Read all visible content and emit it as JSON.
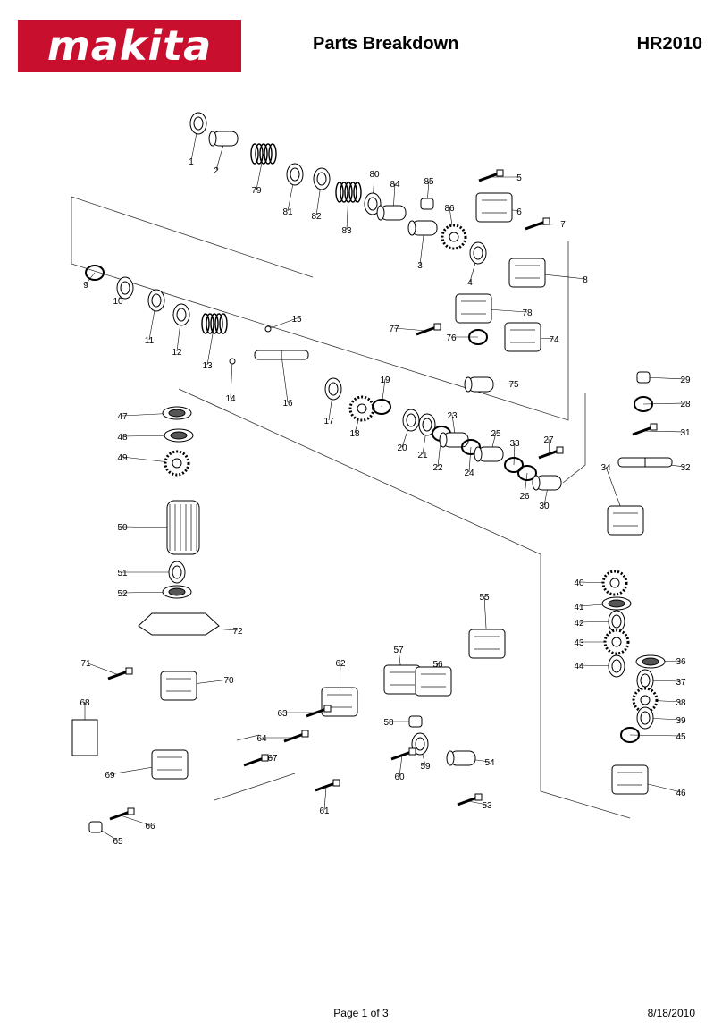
{
  "header": {
    "brand": "makita",
    "brand_color": "#c8102e",
    "registered_mark": "®",
    "title": "Parts Breakdown",
    "model": "HR2010"
  },
  "parts": [
    {
      "id": "1",
      "name": "part-1",
      "shape": "ring"
    },
    {
      "id": "2",
      "name": "part-2",
      "shape": "sleeve"
    },
    {
      "id": "79",
      "name": "part-79",
      "shape": "spring"
    },
    {
      "id": "81",
      "name": "part-81",
      "shape": "ring"
    },
    {
      "id": "82",
      "name": "part-82",
      "shape": "ring"
    },
    {
      "id": "83",
      "name": "part-83",
      "shape": "spring"
    },
    {
      "id": "80",
      "name": "part-80",
      "shape": "ring"
    },
    {
      "id": "84",
      "name": "part-84",
      "shape": "sleeve"
    },
    {
      "id": "85",
      "name": "part-85",
      "shape": "cap"
    },
    {
      "id": "86",
      "name": "part-86",
      "shape": "gear"
    },
    {
      "id": "3",
      "name": "part-3",
      "shape": "sleeve"
    },
    {
      "id": "5",
      "name": "part-5",
      "shape": "bolt"
    },
    {
      "id": "6",
      "name": "part-6",
      "shape": "block"
    },
    {
      "id": "7",
      "name": "part-7",
      "shape": "bolt"
    },
    {
      "id": "4",
      "name": "part-4",
      "shape": "ring"
    },
    {
      "id": "8",
      "name": "part-8",
      "shape": "block"
    },
    {
      "id": "9",
      "name": "part-9",
      "shape": "oring"
    },
    {
      "id": "10",
      "name": "part-10",
      "shape": "ring"
    },
    {
      "id": "11",
      "name": "part-11",
      "shape": "ring"
    },
    {
      "id": "12",
      "name": "part-12",
      "shape": "ring"
    },
    {
      "id": "13",
      "name": "part-13",
      "shape": "spring"
    },
    {
      "id": "15",
      "name": "part-15",
      "shape": "ball"
    },
    {
      "id": "14",
      "name": "part-14",
      "shape": "ball"
    },
    {
      "id": "16",
      "name": "part-16",
      "shape": "shaft"
    },
    {
      "id": "17",
      "name": "part-17",
      "shape": "ring"
    },
    {
      "id": "18",
      "name": "part-18",
      "shape": "gear"
    },
    {
      "id": "19",
      "name": "part-19",
      "shape": "oring"
    },
    {
      "id": "78",
      "name": "part-78",
      "shape": "block"
    },
    {
      "id": "77",
      "name": "part-77",
      "shape": "bolt"
    },
    {
      "id": "76",
      "name": "part-76",
      "shape": "oring"
    },
    {
      "id": "74",
      "name": "part-74",
      "shape": "block"
    },
    {
      "id": "75",
      "name": "part-75",
      "shape": "sleeve"
    },
    {
      "id": "20",
      "name": "part-20",
      "shape": "ring"
    },
    {
      "id": "21",
      "name": "part-21",
      "shape": "ring"
    },
    {
      "id": "22",
      "name": "part-22",
      "shape": "oring"
    },
    {
      "id": "23",
      "name": "part-23",
      "shape": "sleeve"
    },
    {
      "id": "24",
      "name": "part-24",
      "shape": "oring"
    },
    {
      "id": "25",
      "name": "part-25",
      "shape": "sleeve"
    },
    {
      "id": "33",
      "name": "part-33",
      "shape": "oring"
    },
    {
      "id": "26",
      "name": "part-26",
      "shape": "oring"
    },
    {
      "id": "27",
      "name": "part-27",
      "shape": "bolt"
    },
    {
      "id": "30",
      "name": "part-30",
      "shape": "sleeve"
    },
    {
      "id": "47",
      "name": "part-47",
      "shape": "bearing"
    },
    {
      "id": "48",
      "name": "part-48",
      "shape": "bearing"
    },
    {
      "id": "49",
      "name": "part-49",
      "shape": "gear"
    },
    {
      "id": "50",
      "name": "part-50",
      "shape": "armature"
    },
    {
      "id": "51",
      "name": "part-51",
      "shape": "ring"
    },
    {
      "id": "52",
      "name": "part-52",
      "shape": "bearing"
    },
    {
      "id": "72",
      "name": "part-72",
      "shape": "baffle"
    },
    {
      "id": "71",
      "name": "part-71",
      "shape": "bolt"
    },
    {
      "id": "70",
      "name": "part-70",
      "shape": "block"
    },
    {
      "id": "68",
      "name": "part-68",
      "shape": "label"
    },
    {
      "id": "69",
      "name": "part-69",
      "shape": "block"
    },
    {
      "id": "67",
      "name": "part-67",
      "shape": "bolt"
    },
    {
      "id": "66",
      "name": "part-66",
      "shape": "bolt"
    },
    {
      "id": "65",
      "name": "part-65",
      "shape": "cap"
    },
    {
      "id": "62",
      "name": "part-62",
      "shape": "block"
    },
    {
      "id": "63",
      "name": "part-63",
      "shape": "bolt"
    },
    {
      "id": "64",
      "name": "part-64",
      "shape": "bolt"
    },
    {
      "id": "61",
      "name": "part-61",
      "shape": "bolt"
    },
    {
      "id": "57",
      "name": "part-57",
      "shape": "block"
    },
    {
      "id": "56",
      "name": "part-56",
      "shape": "block"
    },
    {
      "id": "58",
      "name": "part-58",
      "shape": "cap"
    },
    {
      "id": "59",
      "name": "part-59",
      "shape": "ring"
    },
    {
      "id": "60",
      "name": "part-60",
      "shape": "bolt"
    },
    {
      "id": "55",
      "name": "part-55",
      "shape": "block"
    },
    {
      "id": "54",
      "name": "part-54",
      "shape": "sleeve"
    },
    {
      "id": "53",
      "name": "part-53",
      "shape": "bolt"
    },
    {
      "id": "29",
      "name": "part-29",
      "shape": "cap"
    },
    {
      "id": "28",
      "name": "part-28",
      "shape": "oring"
    },
    {
      "id": "31",
      "name": "part-31",
      "shape": "bolt"
    },
    {
      "id": "32",
      "name": "part-32",
      "shape": "shaft"
    },
    {
      "id": "34",
      "name": "part-34",
      "shape": "block"
    },
    {
      "id": "40",
      "name": "part-40",
      "shape": "gear"
    },
    {
      "id": "41",
      "name": "part-41",
      "shape": "bearing"
    },
    {
      "id": "42",
      "name": "part-42",
      "shape": "ring"
    },
    {
      "id": "43",
      "name": "part-43",
      "shape": "gear"
    },
    {
      "id": "36",
      "name": "part-36",
      "shape": "bearing"
    },
    {
      "id": "44",
      "name": "part-44",
      "shape": "ring"
    },
    {
      "id": "37",
      "name": "part-37",
      "shape": "ring"
    },
    {
      "id": "38",
      "name": "part-38",
      "shape": "gear"
    },
    {
      "id": "39",
      "name": "part-39",
      "shape": "ring"
    },
    {
      "id": "45",
      "name": "part-45",
      "shape": "oring"
    },
    {
      "id": "46",
      "name": "part-46",
      "shape": "block"
    }
  ],
  "footer": {
    "page": "Page 1 of 3",
    "date": "8/18/2010"
  }
}
